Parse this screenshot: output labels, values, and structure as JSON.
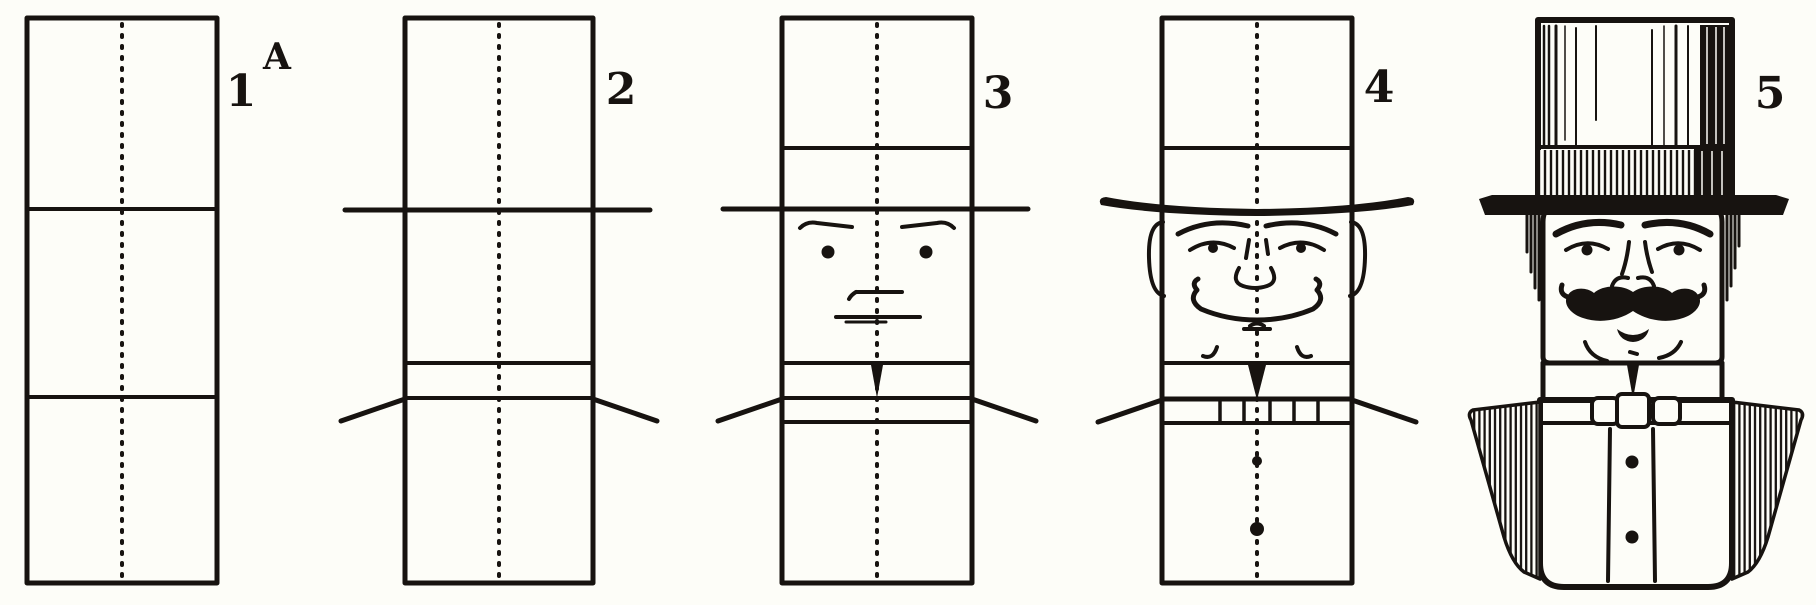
{
  "figure": {
    "ink_color": "#171310",
    "paper_color": "#fdfdf8",
    "annotation_label": "A",
    "stages": [
      {
        "label": "1"
      },
      {
        "label": "2"
      },
      {
        "label": "3"
      },
      {
        "label": "4"
      },
      {
        "label": "5"
      }
    ]
  }
}
